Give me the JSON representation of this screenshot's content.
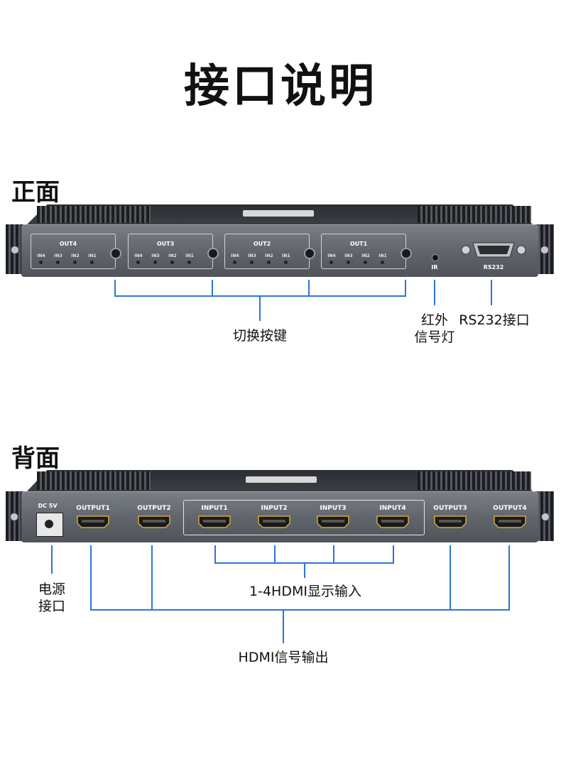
{
  "page_title": "接口说明",
  "front": {
    "section_title": "正面",
    "panels": [
      {
        "label": "OUT4",
        "inputs": [
          "IN4",
          "IN3",
          "IN2",
          "IN1"
        ]
      },
      {
        "label": "OUT3",
        "inputs": [
          "IN4",
          "IN3",
          "IN2",
          "IN1"
        ]
      },
      {
        "label": "OUT2",
        "inputs": [
          "IN4",
          "IN3",
          "IN2",
          "IN1"
        ]
      },
      {
        "label": "OUT1",
        "inputs": [
          "IN4",
          "IN3",
          "IN2",
          "IN1"
        ]
      }
    ],
    "ir_label": "IR",
    "rs232_label": "RS232",
    "annotations": {
      "switch_buttons": "切换按键",
      "ir_line1": "红外",
      "ir_line2": "信号灯",
      "rs232_port": "RS232接口"
    }
  },
  "back": {
    "section_title": "背面",
    "dc_label": "DC 5V",
    "ports": [
      "OUTPUT1",
      "OUTPUT2",
      "INPUT1",
      "INPUT2",
      "INPUT3",
      "INPUT4",
      "OUTPUT3",
      "OUTPUT4"
    ],
    "annotations": {
      "power_line1": "电源",
      "power_line2": "接口",
      "hdmi_inputs": "1-4HDMI显示输入",
      "hdmi_outputs": "HDMI信号输出"
    }
  },
  "colors": {
    "callout_line": "#2c74d8",
    "device_face": "#5d6168",
    "device_top": "#2a2d31"
  }
}
